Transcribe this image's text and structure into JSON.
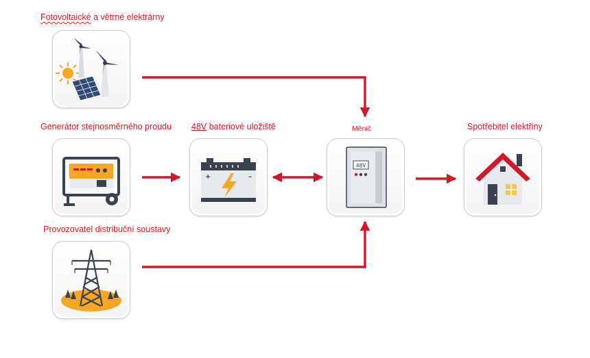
{
  "nodes": {
    "renewables": {
      "label_main": "Fotovoltaické",
      "label_rest": " a větrné elektrárny",
      "icon": "solar-wind-icon"
    },
    "generator": {
      "label": "Generátor stejnosměrného proudu",
      "icon": "generator-icon"
    },
    "battery": {
      "label_voltage": "48V",
      "label_rest": " bateriové uložiště",
      "icon": "battery-icon"
    },
    "inverter": {
      "label": "Měnič",
      "display": "48V",
      "icon": "inverter-icon"
    },
    "consumer": {
      "label": "Spotřebitel elektřiny",
      "icon": "house-icon"
    },
    "grid": {
      "label": "Provozovatel distribuční soustavy",
      "icon": "power-pylon-icon"
    }
  },
  "colors": {
    "accent": "#d0192b",
    "tile_border": "#cfcfcf"
  }
}
